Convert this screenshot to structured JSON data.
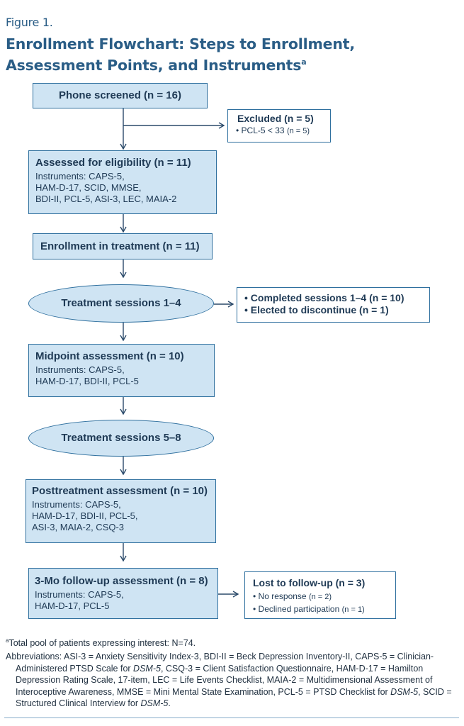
{
  "figure": {
    "label": "Figure 1.",
    "title": "Enrollment Flowchart: Steps to Enrollment, Assessment Points, and Instruments",
    "title_marker": "a"
  },
  "nodes": {
    "phone": {
      "title": "Phone screened (n = 16)"
    },
    "excluded": {
      "title": "Excluded (n = 5)",
      "items": [
        {
          "bullet": "•",
          "text": "PCL-5 < 33",
          "note": "(n = 5)"
        }
      ]
    },
    "eligibility": {
      "title": "Assessed for eligibility (n = 11)",
      "lines": [
        "Instruments: CAPS-5,",
        "HAM-D-17, SCID, MMSE,",
        "BDI-II, PCL-5, ASI-3, LEC, MAIA-2"
      ]
    },
    "enrollment": {
      "title": "Enrollment in treatment (n = 11)"
    },
    "sessions14": {
      "title": "Treatment sessions 1–4"
    },
    "sessions14_result": {
      "items": [
        {
          "bullet": "•",
          "text": "Completed sessions 1–4 (n = 10)"
        },
        {
          "bullet": "•",
          "text": "Elected to discontinue (n = 1)"
        }
      ]
    },
    "midpoint": {
      "title": "Midpoint assessment (n = 10)",
      "lines": [
        "Instruments: CAPS-5,",
        "HAM-D-17, BDI-II, PCL-5"
      ]
    },
    "sessions58": {
      "title": "Treatment sessions 5–8"
    },
    "post": {
      "title": "Posttreatment assessment (n = 10)",
      "lines": [
        "Instruments: CAPS-5,",
        "HAM-D-17, BDI-II, PCL-5,",
        "ASI-3, MAIA-2, CSQ-3"
      ]
    },
    "followup": {
      "title": "3-Mo follow-up assessment (n = 8)",
      "lines": [
        "Instruments: CAPS-5,",
        "HAM-D-17, PCL-5"
      ]
    },
    "lost": {
      "title": "Lost to follow-up (n = 3)",
      "items": [
        {
          "bullet": "•",
          "text": "No response",
          "note": "(n = 2)"
        },
        {
          "bullet": "•",
          "text": "Declined participation",
          "note": "(n = 1)"
        }
      ]
    }
  },
  "footnotes": {
    "marker": "a",
    "total": "Total pool of patients expressing interest: N=74.",
    "abbreviations_parts": [
      {
        "t": "Abbreviations: ASI-3 = Anxiety Sensitivity Index-3, BDI-II = Beck Depression Inventory-II, CAPS-5 = Clinician-Administered PTSD Scale for "
      },
      {
        "t": "DSM-5",
        "i": true
      },
      {
        "t": ", CSQ-3 = Client Satisfaction Questionnaire, HAM-D-17 = Hamilton Depression Rating Scale, 17-item, LEC = Life Events Checklist, MAIA-2 = Multidimensional Assessment of Interoceptive Awareness, MMSE = Mini Mental State Examination, PCL-5 = PTSD Checklist for "
      },
      {
        "t": "DSM-5",
        "i": true
      },
      {
        "t": ", SCID = Structured Clinical Interview for "
      },
      {
        "t": "DSM-5",
        "i": true
      },
      {
        "t": "."
      }
    ]
  },
  "colors": {
    "box_fill": "#cfe4f3",
    "border": "#2e6f9e",
    "title": "#2a5d86",
    "connector": "#2b4a6a"
  }
}
